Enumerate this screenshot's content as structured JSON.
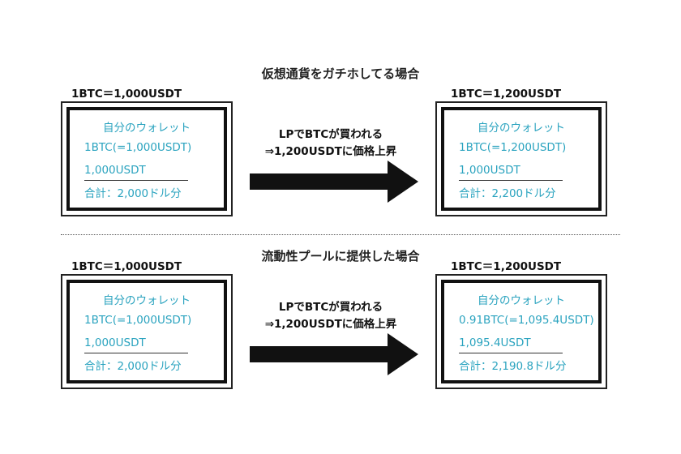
{
  "scenarios": [
    {
      "title": "仮想通貨をガチホしてる場合",
      "left_price": "1BTC＝1,000USDT",
      "right_price": "1BTC＝1,200USDT",
      "caption_line1": "LPでBTCが買われる",
      "caption_line2": "⇒1,200USDTに価格上昇",
      "left_wallet": {
        "title": "自分のウォレット",
        "line1": "1BTC(=1,000USDT)",
        "line2": "1,000USDT",
        "total": "合計：2,000ドル分"
      },
      "right_wallet": {
        "title": "自分のウォレット",
        "line1": "1BTC(=1,200USDT)",
        "line2": "1,000USDT",
        "total": "合計：2,200ドル分"
      }
    },
    {
      "title": "流動性プールに提供した場合",
      "left_price": "1BTC＝1,000USDT",
      "right_price": "1BTC＝1,200USDT",
      "caption_line1": "LPでBTCが買われる",
      "caption_line2": "⇒1,200USDTに価格上昇",
      "left_wallet": {
        "title": "自分のウォレット",
        "line1": "1BTC(=1,000USDT)",
        "line2": "1,000USDT",
        "total": "合計：2,000ドル分"
      },
      "right_wallet": {
        "title": "自分のウォレット",
        "line1": "0.91BTC(=1,095.4USDT)",
        "line2": "1,095.4USDT",
        "total": "合計：2,190.8ドル分"
      }
    }
  ],
  "colors": {
    "wallet_text": "#2aa3bf",
    "border": "#111111",
    "arrow": "#111111"
  }
}
